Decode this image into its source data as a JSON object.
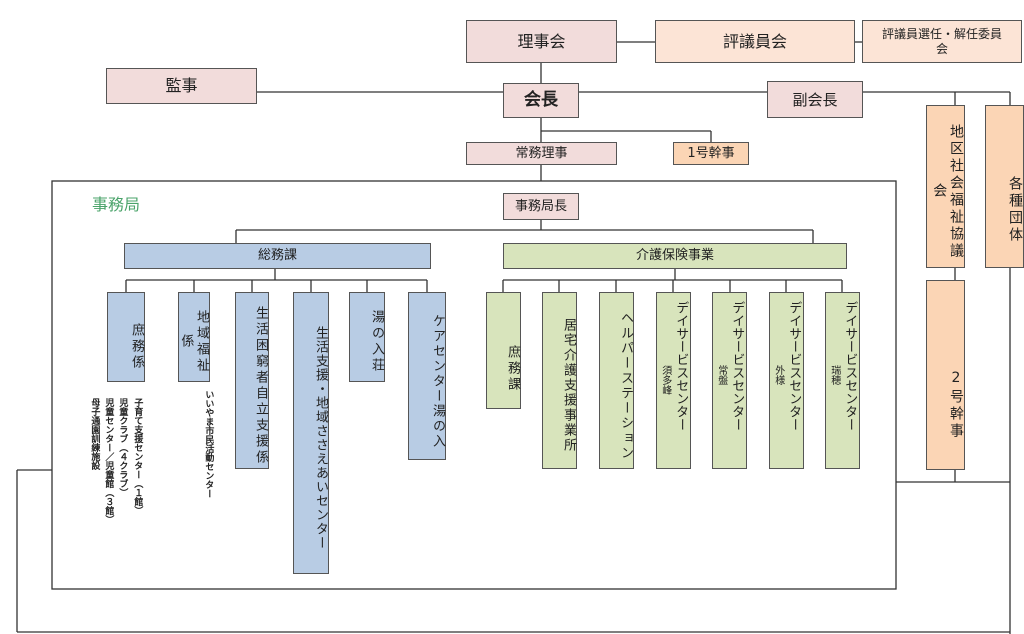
{
  "top": {
    "rijikai": "理事会",
    "hyogiinkai": "評議員会",
    "senin_iinkai": "評議員選任・解任委員会",
    "kanji": "監事",
    "kaicho": "会長",
    "fukukaicho": "副会長",
    "jomu_riji": "常務理事",
    "kanji_1": "1号幹事"
  },
  "right": {
    "chiku_shakyo": "地区社会福祉協議会",
    "kaku_dantai": "各種団体",
    "kanji_2": "2号幹事"
  },
  "jimukyoku": {
    "label": "事務局",
    "kyokucho": "事務局長"
  },
  "somu": {
    "title": "総務課",
    "units": [
      {
        "name": "庶務係"
      },
      {
        "name": "地域福祉係"
      },
      {
        "name": "生活困窮者自立支援係"
      },
      {
        "name": "生活支援・地域ささえあいセンター"
      },
      {
        "name": "湯の入荘"
      },
      {
        "name": "ケアセンター湯の入"
      }
    ],
    "notes": [
      "子育て支援センター（１館）",
      "児童クラブ（４クラブ）",
      "児童センター／児童館（３館）",
      "母子通園訓練施設",
      "いいやま市民活動センター"
    ]
  },
  "kaigo": {
    "title": "介護保険事業",
    "units": [
      {
        "name": "庶務課",
        "sub": ""
      },
      {
        "name": "居宅介護支援事業所",
        "sub": ""
      },
      {
        "name": "ヘルパーステーション",
        "sub": ""
      },
      {
        "name": "デイサービスセンター",
        "sub": "須多峰"
      },
      {
        "name": "デイサービスセンター",
        "sub": "常盤"
      },
      {
        "name": "デイサービスセンター",
        "sub": "外様"
      },
      {
        "name": "デイサービスセンター",
        "sub": "瑞穂"
      }
    ]
  }
}
